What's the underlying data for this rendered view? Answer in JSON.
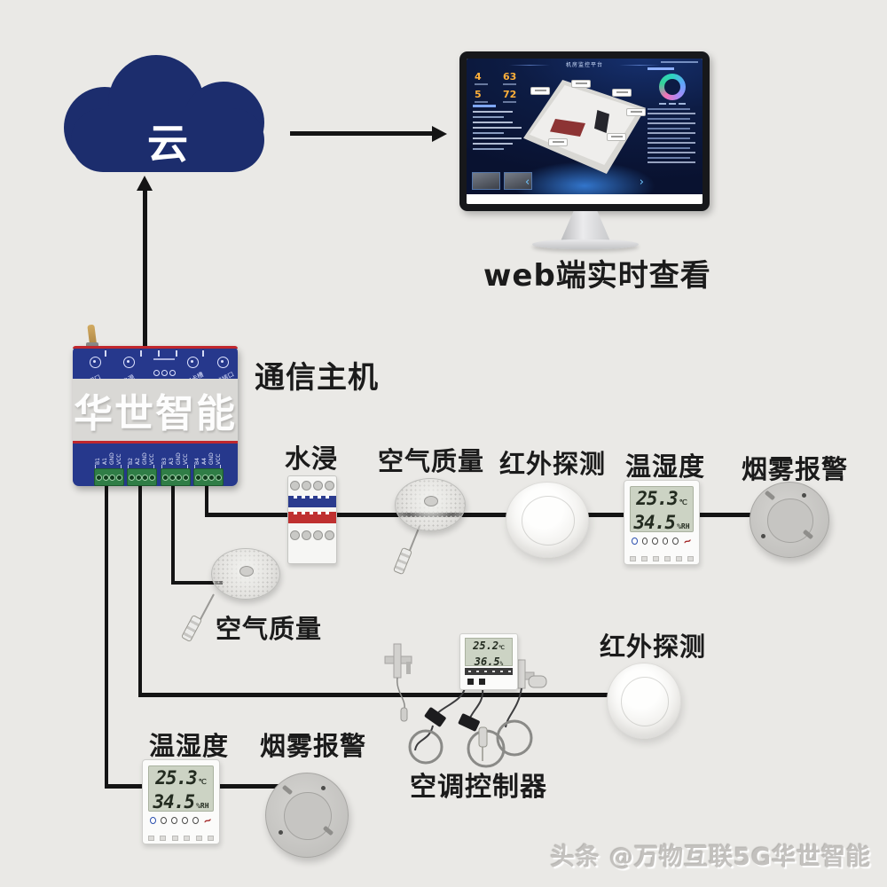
{
  "cloud": {
    "label": "云"
  },
  "monitor": {
    "caption": "web端实时查看",
    "dashboard": {
      "title": "机房监控平台",
      "stats": [
        {
          "value": "4"
        },
        {
          "value": "63"
        },
        {
          "value": "5"
        },
        {
          "value": "72"
        }
      ]
    }
  },
  "host": {
    "label": "通信主机",
    "watermark": "华世智能",
    "ports": [
      "网口",
      "电源",
      "SIM卡槽",
      "天线接口"
    ],
    "terminals": [
      [
        "B1",
        "A1",
        "GND",
        "VCC"
      ],
      [
        "B2",
        "A2",
        "GND",
        "VCC"
      ],
      [
        "B3",
        "A3",
        "GND",
        "VCC"
      ],
      [
        "B4",
        "A4",
        "GND",
        "VCC"
      ]
    ]
  },
  "sensors": {
    "water": {
      "label": "水浸"
    },
    "air1": {
      "label": "空气质量"
    },
    "ir1": {
      "label": "红外探测"
    },
    "th1": {
      "label": "温湿度",
      "temp": "25.3",
      "temp_unit": "℃",
      "hum": "34.5",
      "hum_unit": "%RH"
    },
    "smoke1": {
      "label": "烟雾报警"
    },
    "air2": {
      "label": "空气质量"
    },
    "ac": {
      "label": "空调控制器",
      "temp": "25.2",
      "temp_unit": "℃",
      "hum": "36.5",
      "hum_unit": "%"
    },
    "ir2": {
      "label": "红外探测"
    },
    "th2": {
      "label": "温湿度",
      "temp": "25.3",
      "temp_unit": "℃",
      "hum": "34.5",
      "hum_unit": "%RH"
    },
    "smoke2": {
      "label": "烟雾报警"
    }
  },
  "footer": {
    "watermark": "头条 @万物互联5G华世智能"
  },
  "colors": {
    "background": "#eae9e6",
    "cloud_blue": "#1c2d6d",
    "host_blue": "#26388c",
    "stripe_red": "#c0272d",
    "terminal_green": "#2f7d46",
    "line_black": "#141414",
    "stat_orange": "#ffb03a",
    "dashboard_navy": "#0d1c44"
  }
}
